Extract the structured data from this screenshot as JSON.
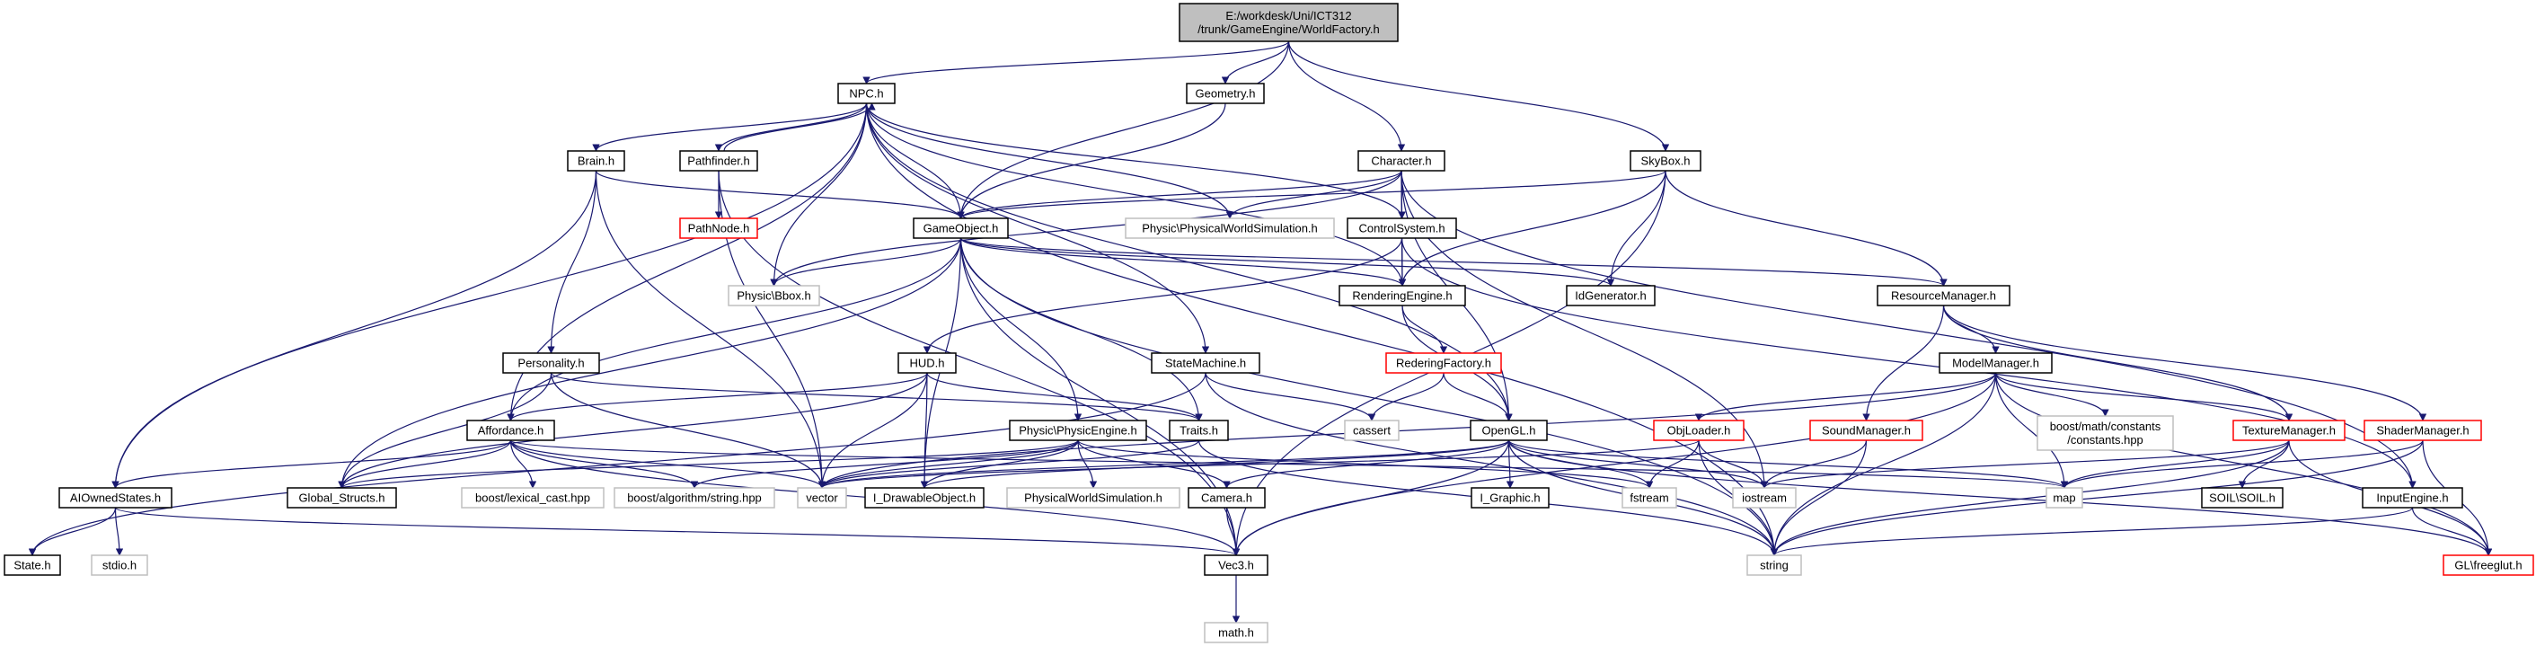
{
  "diagram": {
    "type": "include-dependency-graph",
    "colors": {
      "edge": "#191970",
      "normal_border": "#000000",
      "missing_border": "#ff0000",
      "system_border": "#bfbfbf",
      "root_fill": "#bfbfbf",
      "node_fill": "#ffffff"
    },
    "nodes": [
      {
        "id": "root",
        "lines": [
          "E:/workdesk/Uni/ICT312",
          "/trunk/GameEngine/WorldFactory.h"
        ],
        "kind": "root"
      },
      {
        "id": "npc",
        "lines": [
          "NPC.h"
        ],
        "kind": "normal"
      },
      {
        "id": "geometry",
        "lines": [
          "Geometry.h"
        ],
        "kind": "normal"
      },
      {
        "id": "character",
        "lines": [
          "Character.h"
        ],
        "kind": "normal"
      },
      {
        "id": "skybox",
        "lines": [
          "SkyBox.h"
        ],
        "kind": "normal"
      },
      {
        "id": "brain",
        "lines": [
          "Brain.h"
        ],
        "kind": "normal"
      },
      {
        "id": "pathfinder",
        "lines": [
          "Pathfinder.h"
        ],
        "kind": "normal"
      },
      {
        "id": "pathnode",
        "lines": [
          "PathNode.h"
        ],
        "kind": "missing"
      },
      {
        "id": "gameobject",
        "lines": [
          "GameObject.h"
        ],
        "kind": "normal"
      },
      {
        "id": "physicworld",
        "lines": [
          "Physic\\PhysicalWorldSimulation.h"
        ],
        "kind": "system"
      },
      {
        "id": "controlsystem",
        "lines": [
          "ControlSystem.h"
        ],
        "kind": "normal"
      },
      {
        "id": "physicbbox",
        "lines": [
          "Physic\\Bbox.h"
        ],
        "kind": "system"
      },
      {
        "id": "renderingengine",
        "lines": [
          "RenderingEngine.h"
        ],
        "kind": "normal"
      },
      {
        "id": "idgenerator",
        "lines": [
          "IdGenerator.h"
        ],
        "kind": "normal"
      },
      {
        "id": "resourcemanager",
        "lines": [
          "ResourceManager.h"
        ],
        "kind": "normal"
      },
      {
        "id": "personality",
        "lines": [
          "Personality.h"
        ],
        "kind": "normal"
      },
      {
        "id": "hud",
        "lines": [
          "HUD.h"
        ],
        "kind": "normal"
      },
      {
        "id": "statemachine",
        "lines": [
          "StateMachine.h"
        ],
        "kind": "normal"
      },
      {
        "id": "rederingfactory",
        "lines": [
          "RederingFactory.h"
        ],
        "kind": "missing"
      },
      {
        "id": "modelmanager",
        "lines": [
          "ModelManager.h"
        ],
        "kind": "normal"
      },
      {
        "id": "affordance",
        "lines": [
          "Affordance.h"
        ],
        "kind": "normal"
      },
      {
        "id": "physicengine",
        "lines": [
          "Physic\\PhysicEngine.h"
        ],
        "kind": "normal"
      },
      {
        "id": "traits",
        "lines": [
          "Traits.h"
        ],
        "kind": "normal"
      },
      {
        "id": "cassert",
        "lines": [
          "cassert"
        ],
        "kind": "system"
      },
      {
        "id": "opengl",
        "lines": [
          "OpenGL.h"
        ],
        "kind": "normal"
      },
      {
        "id": "objloader",
        "lines": [
          "ObjLoader.h"
        ],
        "kind": "missing"
      },
      {
        "id": "boostconst",
        "lines": [
          "boost/math/constants",
          "/constants.hpp"
        ],
        "kind": "system"
      },
      {
        "id": "soundmanager",
        "lines": [
          "SoundManager.h"
        ],
        "kind": "missing"
      },
      {
        "id": "texturemanager",
        "lines": [
          "TextureManager.h"
        ],
        "kind": "missing"
      },
      {
        "id": "shadermanager",
        "lines": [
          "ShaderManager.h"
        ],
        "kind": "missing"
      },
      {
        "id": "aiownedstates",
        "lines": [
          "AIOwnedStates.h"
        ],
        "kind": "normal"
      },
      {
        "id": "globalstructs",
        "lines": [
          "Global_Structs.h"
        ],
        "kind": "normal"
      },
      {
        "id": "boostlexical",
        "lines": [
          "boost/lexical_cast.hpp"
        ],
        "kind": "system"
      },
      {
        "id": "boostalgo",
        "lines": [
          "boost/algorithm/string.hpp"
        ],
        "kind": "system"
      },
      {
        "id": "vector",
        "lines": [
          "vector"
        ],
        "kind": "system"
      },
      {
        "id": "idrawable",
        "lines": [
          "I_DrawableObject.h"
        ],
        "kind": "normal"
      },
      {
        "id": "physworldsim",
        "lines": [
          "PhysicalWorldSimulation.h"
        ],
        "kind": "system"
      },
      {
        "id": "camera",
        "lines": [
          "Camera.h"
        ],
        "kind": "normal"
      },
      {
        "id": "igraphic",
        "lines": [
          "I_Graphic.h"
        ],
        "kind": "normal"
      },
      {
        "id": "fstream",
        "lines": [
          "fstream"
        ],
        "kind": "system"
      },
      {
        "id": "iostream",
        "lines": [
          "iostream"
        ],
        "kind": "system"
      },
      {
        "id": "map",
        "lines": [
          "map"
        ],
        "kind": "system"
      },
      {
        "id": "soil",
        "lines": [
          "SOIL\\SOIL.h"
        ],
        "kind": "normal"
      },
      {
        "id": "inputengine",
        "lines": [
          "InputEngine.h"
        ],
        "kind": "normal"
      },
      {
        "id": "state",
        "lines": [
          "State.h"
        ],
        "kind": "normal"
      },
      {
        "id": "stdio",
        "lines": [
          "stdio.h"
        ],
        "kind": "system"
      },
      {
        "id": "vec3",
        "lines": [
          "Vec3.h"
        ],
        "kind": "normal"
      },
      {
        "id": "string",
        "lines": [
          "string"
        ],
        "kind": "system"
      },
      {
        "id": "freeglut",
        "lines": [
          "GL\\freeglut.h"
        ],
        "kind": "missing"
      },
      {
        "id": "mathh",
        "lines": [
          "math.h"
        ],
        "kind": "system"
      }
    ],
    "edges": [
      [
        "root",
        "npc"
      ],
      [
        "root",
        "geometry"
      ],
      [
        "root",
        "gameobject"
      ],
      [
        "root",
        "character"
      ],
      [
        "root",
        "skybox"
      ],
      [
        "npc",
        "brain"
      ],
      [
        "npc",
        "pathfinder"
      ],
      [
        "npc",
        "gameobject"
      ],
      [
        "npc",
        "physicworld"
      ],
      [
        "npc",
        "controlsystem"
      ],
      [
        "npc",
        "physicbbox"
      ],
      [
        "npc",
        "renderingengine"
      ],
      [
        "npc",
        "statemachine"
      ],
      [
        "npc",
        "opengl"
      ],
      [
        "npc",
        "aiownedstates"
      ],
      [
        "npc",
        "affordance"
      ],
      [
        "npc",
        "string"
      ],
      [
        "pathfinder",
        "npc"
      ],
      [
        "pathfinder",
        "pathnode"
      ],
      [
        "pathfinder",
        "vector"
      ],
      [
        "pathfinder",
        "vec3"
      ],
      [
        "brain",
        "gameobject"
      ],
      [
        "brain",
        "personality"
      ],
      [
        "brain",
        "aiownedstates"
      ],
      [
        "brain",
        "vector"
      ],
      [
        "geometry",
        "gameobject"
      ],
      [
        "character",
        "gameobject"
      ],
      [
        "character",
        "physicworld"
      ],
      [
        "character",
        "controlsystem"
      ],
      [
        "character",
        "renderingengine"
      ],
      [
        "character",
        "physicbbox"
      ],
      [
        "character",
        "opengl"
      ],
      [
        "character",
        "iostream"
      ],
      [
        "character",
        "inputengine"
      ],
      [
        "skybox",
        "gameobject"
      ],
      [
        "skybox",
        "renderingengine"
      ],
      [
        "skybox",
        "idgenerator"
      ],
      [
        "skybox",
        "resourcemanager"
      ],
      [
        "skybox",
        "vec3"
      ],
      [
        "controlsystem",
        "renderingengine"
      ],
      [
        "controlsystem",
        "hud"
      ],
      [
        "controlsystem",
        "inputengine"
      ],
      [
        "gameobject",
        "physicbbox"
      ],
      [
        "gameobject",
        "renderingengine"
      ],
      [
        "gameobject",
        "idgenerator"
      ],
      [
        "gameobject",
        "resourcemanager"
      ],
      [
        "gameobject",
        "affordance"
      ],
      [
        "gameobject",
        "physicengine"
      ],
      [
        "gameobject",
        "traits"
      ],
      [
        "gameobject",
        "globalstructs"
      ],
      [
        "gameobject",
        "idrawable"
      ],
      [
        "gameobject",
        "vec3"
      ],
      [
        "gameobject",
        "string"
      ],
      [
        "renderingengine",
        "rederingfactory"
      ],
      [
        "renderingengine",
        "opengl"
      ],
      [
        "rederingfactory",
        "opengl"
      ],
      [
        "rederingfactory",
        "cassert"
      ],
      [
        "resourcemanager",
        "modelmanager"
      ],
      [
        "resourcemanager",
        "soundmanager"
      ],
      [
        "resourcemanager",
        "texturemanager"
      ],
      [
        "resourcemanager",
        "shadermanager"
      ],
      [
        "modelmanager",
        "objloader"
      ],
      [
        "modelmanager",
        "boostconst"
      ],
      [
        "modelmanager",
        "texturemanager"
      ],
      [
        "modelmanager",
        "map"
      ],
      [
        "modelmanager",
        "string"
      ],
      [
        "modelmanager",
        "vector"
      ],
      [
        "modelmanager",
        "vec3"
      ],
      [
        "modelmanager",
        "freeglut"
      ],
      [
        "personality",
        "traits"
      ],
      [
        "personality",
        "globalstructs"
      ],
      [
        "personality",
        "vector"
      ],
      [
        "hud",
        "affordance"
      ],
      [
        "hud",
        "traits"
      ],
      [
        "hud",
        "globalstructs"
      ],
      [
        "hud",
        "idrawable"
      ],
      [
        "hud",
        "vector"
      ],
      [
        "statemachine",
        "state"
      ],
      [
        "statemachine",
        "cassert"
      ],
      [
        "statemachine",
        "string"
      ],
      [
        "affordance",
        "aiownedstates"
      ],
      [
        "affordance",
        "globalstructs"
      ],
      [
        "affordance",
        "boostlexical"
      ],
      [
        "affordance",
        "boostalgo"
      ],
      [
        "affordance",
        "vector"
      ],
      [
        "affordance",
        "map"
      ],
      [
        "affordance",
        "vec3"
      ],
      [
        "physicengine",
        "physworldsim"
      ],
      [
        "physicengine",
        "camera"
      ],
      [
        "physicengine",
        "vector"
      ],
      [
        "physicengine",
        "idrawable"
      ],
      [
        "physicengine",
        "globalstructs"
      ],
      [
        "physicengine",
        "fstream"
      ],
      [
        "physicengine",
        "boostalgo"
      ],
      [
        "traits",
        "vector"
      ],
      [
        "traits",
        "string"
      ],
      [
        "opengl",
        "camera"
      ],
      [
        "opengl",
        "igraphic"
      ],
      [
        "opengl",
        "idrawable"
      ],
      [
        "opengl",
        "vector"
      ],
      [
        "opengl",
        "vec3"
      ],
      [
        "opengl",
        "string"
      ],
      [
        "opengl",
        "iostream"
      ],
      [
        "opengl",
        "map"
      ],
      [
        "opengl",
        "freeglut"
      ],
      [
        "opengl",
        "fstream"
      ],
      [
        "objloader",
        "vector"
      ],
      [
        "objloader",
        "fstream"
      ],
      [
        "objloader",
        "iostream"
      ],
      [
        "objloader",
        "string"
      ],
      [
        "soundmanager",
        "iostream"
      ],
      [
        "soundmanager",
        "string"
      ],
      [
        "texturemanager",
        "map"
      ],
      [
        "texturemanager",
        "soil"
      ],
      [
        "texturemanager",
        "string"
      ],
      [
        "texturemanager",
        "freeglut"
      ],
      [
        "texturemanager",
        "iostream"
      ],
      [
        "shadermanager",
        "map"
      ],
      [
        "shadermanager",
        "string"
      ],
      [
        "shadermanager",
        "freeglut"
      ],
      [
        "aiownedstates",
        "state"
      ],
      [
        "aiownedstates",
        "stdio"
      ],
      [
        "aiownedstates",
        "vec3"
      ],
      [
        "camera",
        "vec3"
      ],
      [
        "inputengine",
        "string"
      ],
      [
        "inputengine",
        "freeglut"
      ],
      [
        "vec3",
        "mathh"
      ]
    ]
  }
}
